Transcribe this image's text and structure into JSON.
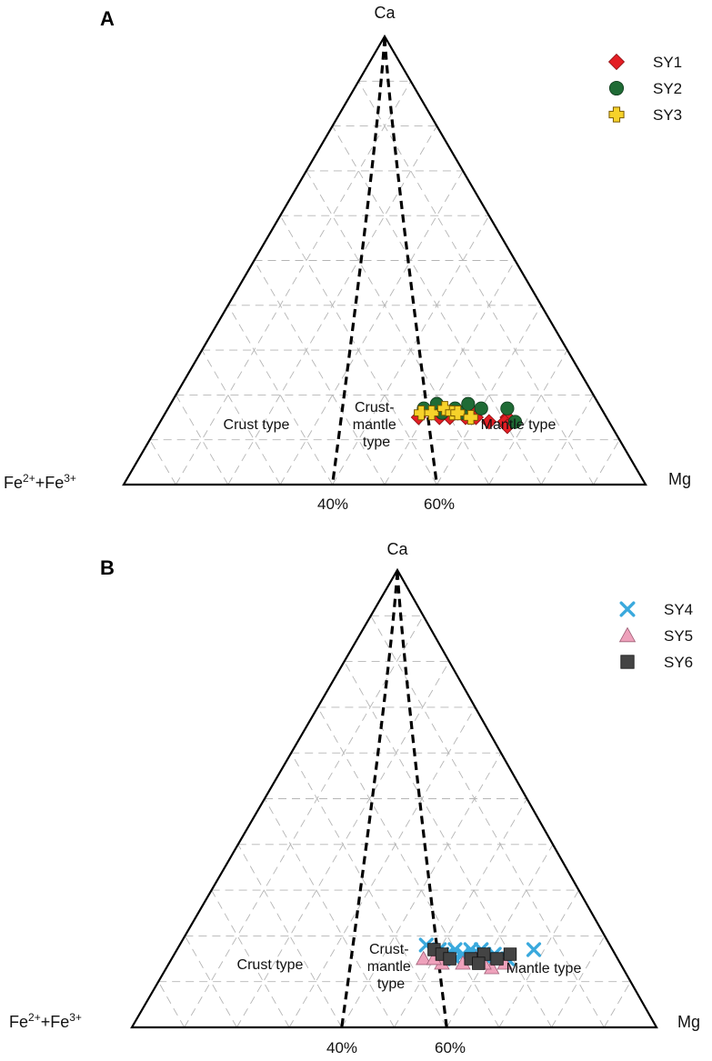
{
  "chart_data": [
    {
      "type": "ternary-scatter",
      "panel_label": "A",
      "apex_labels": {
        "top": "Ca",
        "left": "Fe2+Fe3",
        "right": "Mg"
      },
      "left_label_parts": [
        "Fe",
        "2+",
        "+Fe",
        "3+"
      ],
      "regions": [
        {
          "label_lines": [
            "Crust type"
          ]
        },
        {
          "label_lines": [
            "Crust-",
            "mantle",
            "type"
          ]
        },
        {
          "label_lines": [
            "Mantle type"
          ]
        }
      ],
      "boundary_labels": [
        "40%",
        "60%"
      ],
      "boundaries_mg_fraction": [
        0.4,
        0.6
      ],
      "grid": true,
      "legend_position": "top-right",
      "series": [
        {
          "name": "SY1",
          "marker": "diamond",
          "color": "#e31e24",
          "points": [
            [
              0.17,
              0.52
            ],
            [
              0.15,
              0.53
            ],
            [
              0.15,
              0.55
            ],
            [
              0.16,
              0.57
            ],
            [
              0.16,
              0.59
            ],
            [
              0.15,
              0.6
            ],
            [
              0.14,
              0.63
            ],
            [
              0.15,
              0.66
            ],
            [
              0.14,
              0.66
            ],
            [
              0.13,
              0.67
            ],
            [
              0.15,
              0.49
            ],
            [
              0.16,
              0.51
            ],
            [
              0.16,
              0.56
            ],
            [
              0.15,
              0.58
            ]
          ]
        },
        {
          "name": "SY2",
          "marker": "circle",
          "color": "#1f6b35",
          "points": [
            [
              0.18,
              0.51
            ],
            [
              0.17,
              0.55
            ],
            [
              0.16,
              0.57
            ],
            [
              0.17,
              0.6
            ],
            [
              0.18,
              0.57
            ],
            [
              0.17,
              0.65
            ],
            [
              0.14,
              0.68
            ],
            [
              0.16,
              0.53
            ],
            [
              0.17,
              0.49
            ]
          ]
        },
        {
          "name": "SY3",
          "marker": "plus",
          "color": "#f6d22a",
          "points": [
            [
              0.16,
              0.49
            ],
            [
              0.16,
              0.51
            ],
            [
              0.17,
              0.53
            ],
            [
              0.16,
              0.55
            ],
            [
              0.16,
              0.56
            ],
            [
              0.15,
              0.59
            ]
          ]
        }
      ]
    },
    {
      "type": "ternary-scatter",
      "panel_label": "B",
      "apex_labels": {
        "top": "Ca",
        "left": "Fe2+Fe3",
        "right": "Mg"
      },
      "left_label_parts": [
        "Fe",
        "2+",
        "+Fe",
        "3+"
      ],
      "regions": [
        {
          "label_lines": [
            "Crust type"
          ]
        },
        {
          "label_lines": [
            "Crust-",
            "mantle",
            "type"
          ]
        },
        {
          "label_lines": [
            "Mantle type"
          ]
        }
      ],
      "boundary_labels": [
        "40%",
        "60%"
      ],
      "boundaries_mg_fraction": [
        0.4,
        0.6
      ],
      "grid": true,
      "legend_position": "top-right",
      "series": [
        {
          "name": "SY4",
          "marker": "x",
          "color": "#3aa9dd",
          "points": [
            [
              0.18,
              0.47
            ],
            [
              0.17,
              0.5
            ],
            [
              0.16,
              0.52
            ],
            [
              0.17,
              0.53
            ],
            [
              0.16,
              0.55
            ],
            [
              0.17,
              0.56
            ],
            [
              0.16,
              0.57
            ],
            [
              0.17,
              0.58
            ],
            [
              0.16,
              0.59
            ],
            [
              0.15,
              0.6
            ],
            [
              0.16,
              0.61
            ],
            [
              0.15,
              0.62
            ],
            [
              0.17,
              0.68
            ],
            [
              0.16,
              0.51
            ],
            [
              0.15,
              0.54
            ],
            [
              0.16,
              0.58
            ],
            [
              0.15,
              0.64
            ]
          ]
        },
        {
          "name": "SY5",
          "marker": "triangle",
          "color": "#eea1bb",
          "points": [
            [
              0.15,
              0.48
            ],
            [
              0.14,
              0.52
            ],
            [
              0.14,
              0.56
            ],
            [
              0.15,
              0.58
            ],
            [
              0.13,
              0.62
            ],
            [
              0.14,
              0.64
            ],
            [
              0.15,
              0.5
            ],
            [
              0.14,
              0.6
            ]
          ]
        },
        {
          "name": "SY6",
          "marker": "square",
          "color": "#444444",
          "points": [
            [
              0.17,
              0.49
            ],
            [
              0.16,
              0.51
            ],
            [
              0.15,
              0.53
            ],
            [
              0.15,
              0.57
            ],
            [
              0.16,
              0.59
            ],
            [
              0.14,
              0.59
            ],
            [
              0.15,
              0.62
            ],
            [
              0.16,
              0.64
            ]
          ]
        }
      ]
    }
  ]
}
